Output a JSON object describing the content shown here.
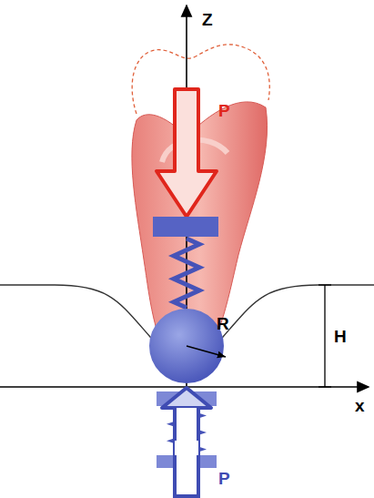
{
  "diagram": {
    "labels": [
      "Z",
      "P",
      "R",
      "H",
      "x",
      "P"
    ]
  }
}
